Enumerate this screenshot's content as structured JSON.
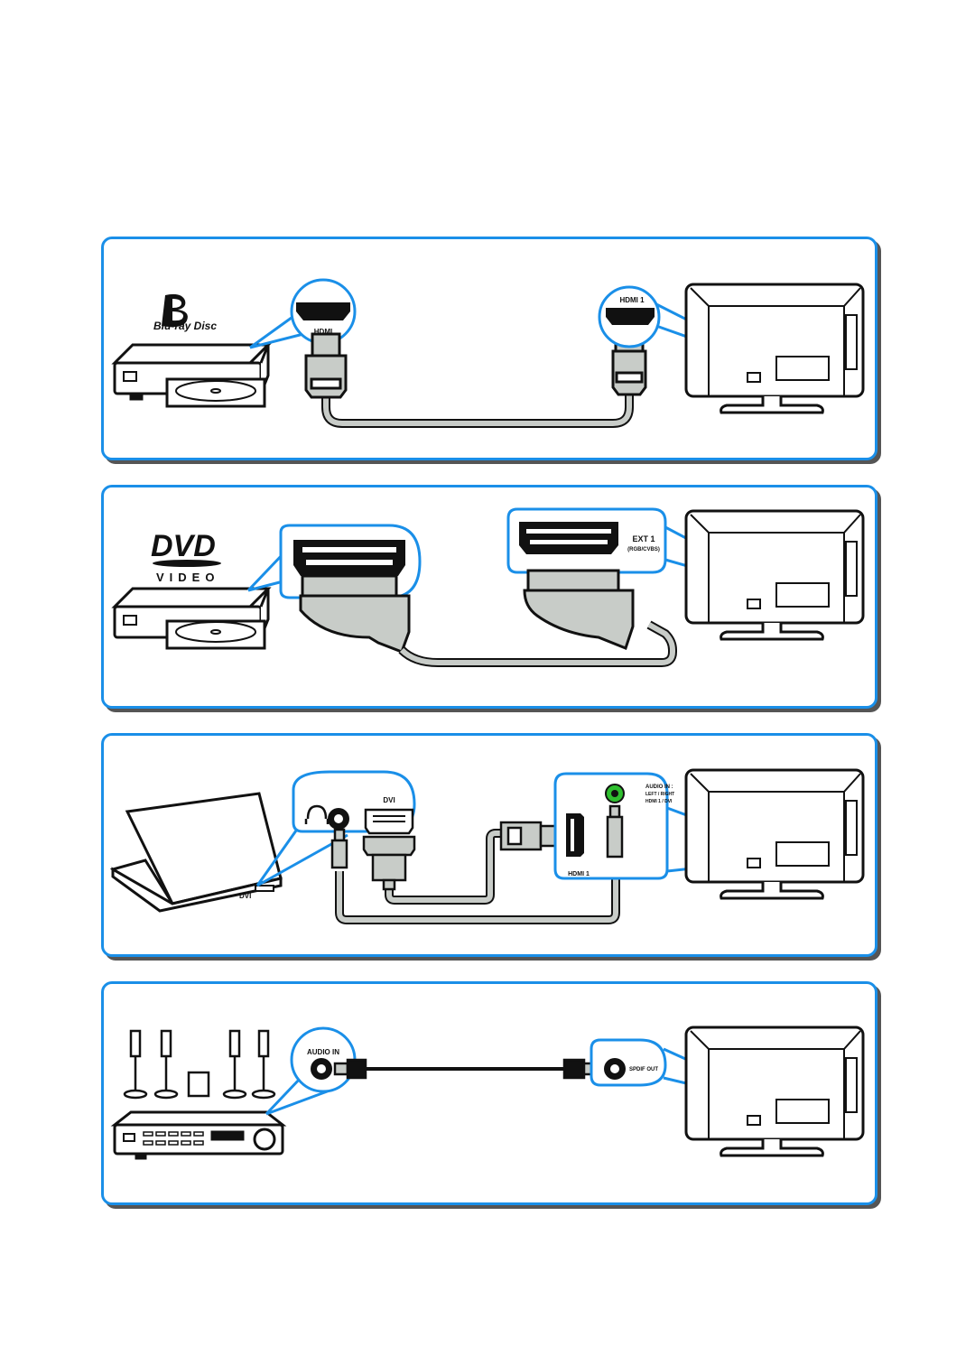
{
  "panels": [
    {
      "id": "bluray",
      "logo_lines": [
        "Blu-ray Disc"
      ],
      "source_port": "HDMI",
      "tv_port": "HDMI 1"
    },
    {
      "id": "dvd",
      "logo_lines": [
        "DVD",
        "VIDEO"
      ],
      "tv_port": "EXT 1",
      "tv_port_sub": "(RGB/CVBS)"
    },
    {
      "id": "pc",
      "source_port": "DVI",
      "laptop_label": "DVI",
      "tv_port": "HDMI 1",
      "tv_audio": [
        "AUDIO IN :",
        "LEFT / RIGHT",
        "HDMI 1 / DVI"
      ]
    },
    {
      "id": "hts",
      "source_port": "AUDIO IN",
      "tv_port": "SPDIF OUT"
    }
  ],
  "colors": {
    "accent": "#1a8fe8",
    "cable": "#c8ccc8",
    "outline": "#111111",
    "jack_green": "#2fbf2f"
  }
}
